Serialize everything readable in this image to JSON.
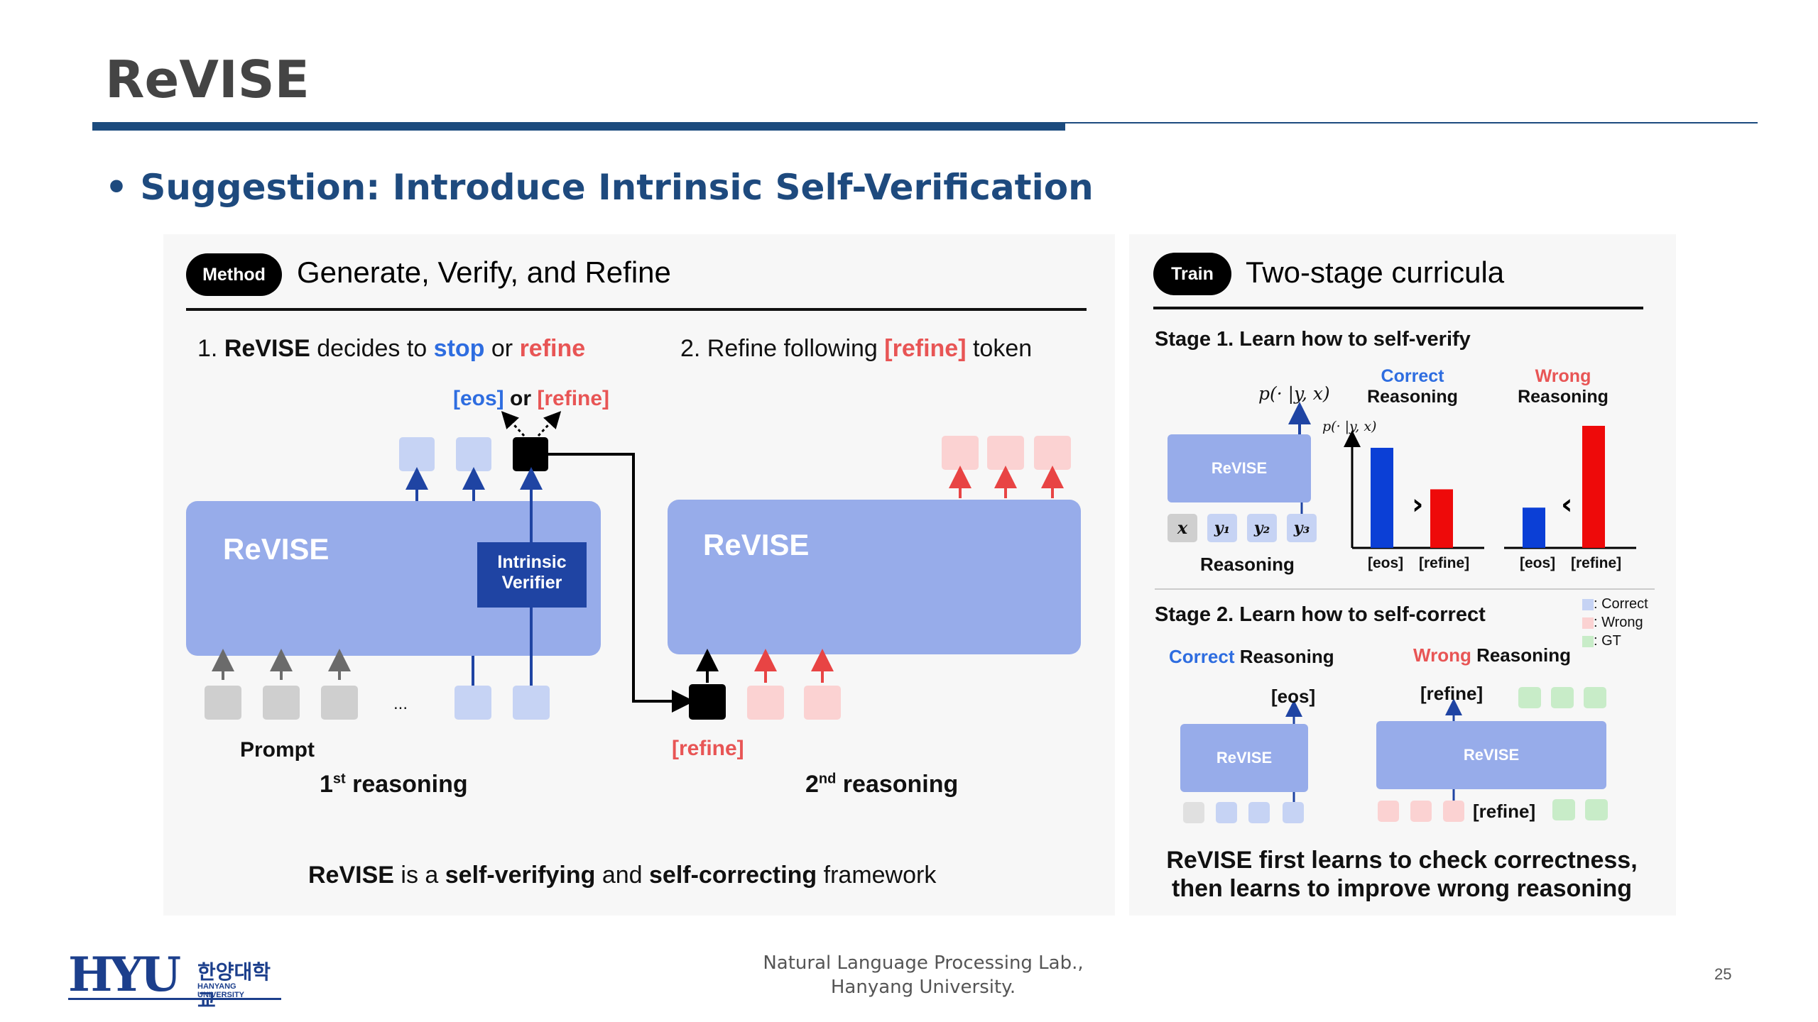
{
  "slide": {
    "title": "ReVISE",
    "bullet": "Suggestion: Introduce Intrinsic Self-Verification",
    "page_number": "25",
    "footer_line1": "Natural Language Processing Lab.,",
    "footer_line2": "Hanyang University.",
    "logo_main": "HYU",
    "logo_korean": "한양대학교",
    "logo_english": "HANYANG UNIVERSITY"
  },
  "left_panel": {
    "tag": "Method",
    "heading": "Generate, Verify, and Refine",
    "step1_prefix": "1. ",
    "step1_revise": "ReVISE",
    "step1_mid": " decides to ",
    "step1_stop": "stop",
    "step1_or": " or ",
    "step1_refine": "refine",
    "step2_prefix": "2. Refine following ",
    "step2_refine": "[refine]",
    "step2_suffix": " token",
    "eos_label": "[eos]",
    "or_label": " or ",
    "refine_label": "[refine]",
    "box1_label": "ReVISE",
    "box2_label": "ReVISE",
    "verifier_line1": "Intrinsic",
    "verifier_line2": "Verifier",
    "ellipsis": "...",
    "prompt_label": "Prompt",
    "first_reasoning_num": "1",
    "first_reasoning_sup": "st",
    "first_reasoning_text": " reasoning",
    "refine_token_label": "[refine]",
    "second_reasoning_num": "2",
    "second_reasoning_sup": "nd",
    "second_reasoning_text": " reasoning",
    "caption_a": "ReVISE",
    "caption_b": " is a ",
    "caption_c": "self-verifying",
    "caption_d": " and ",
    "caption_e": "self-correcting",
    "caption_f": " framework"
  },
  "right_panel": {
    "tag": "Train",
    "heading": "Two-stage curricula",
    "stage1": "Stage 1. Learn how to self-verify",
    "prob_label": "p(· |y, x)",
    "prob_small": "p(· |y, x)",
    "correct_word": "Correct",
    "wrong_word": "Wrong",
    "reasoning_word": "Reasoning",
    "revise_small": "ReVISE",
    "tokens": [
      "x",
      "y₁",
      "y₂",
      "y₃"
    ],
    "reasoning_label": "Reasoning",
    "eos_tick": "[eos]",
    "refine_tick": "[refine]",
    "stage2": "Stage 2. Learn how to self-correct",
    "legend_correct": ": Correct",
    "legend_wrong": ": Wrong",
    "legend_gt": ": GT",
    "correct_reasoning_a": "Correct",
    "correct_reasoning_b": " Reasoning",
    "wrong_reasoning_a": "Wrong",
    "wrong_reasoning_b": " Reasoning",
    "eos_out": "[eos]",
    "refine_out": "[refine]",
    "refine_in": "[refine]",
    "caption_line1": "ReVISE first learns to check correctness,",
    "caption_line2": "then learns to improve wrong reasoning"
  },
  "chart_data": [
    {
      "type": "bar",
      "categories": [
        "[eos]",
        "[refine]"
      ],
      "values": [
        0.82,
        0.48
      ],
      "ylabel": "p(· |y, x)",
      "colors": [
        "#0b3fd6",
        "#ee0a0a"
      ],
      "note_label": "Correct Reasoning"
    },
    {
      "type": "bar",
      "categories": [
        "[eos]",
        "[refine]"
      ],
      "values": [
        0.33,
        1.0
      ],
      "colors": [
        "#0b3fd6",
        "#ee0a0a"
      ],
      "note_label": "Wrong Reasoning"
    }
  ]
}
